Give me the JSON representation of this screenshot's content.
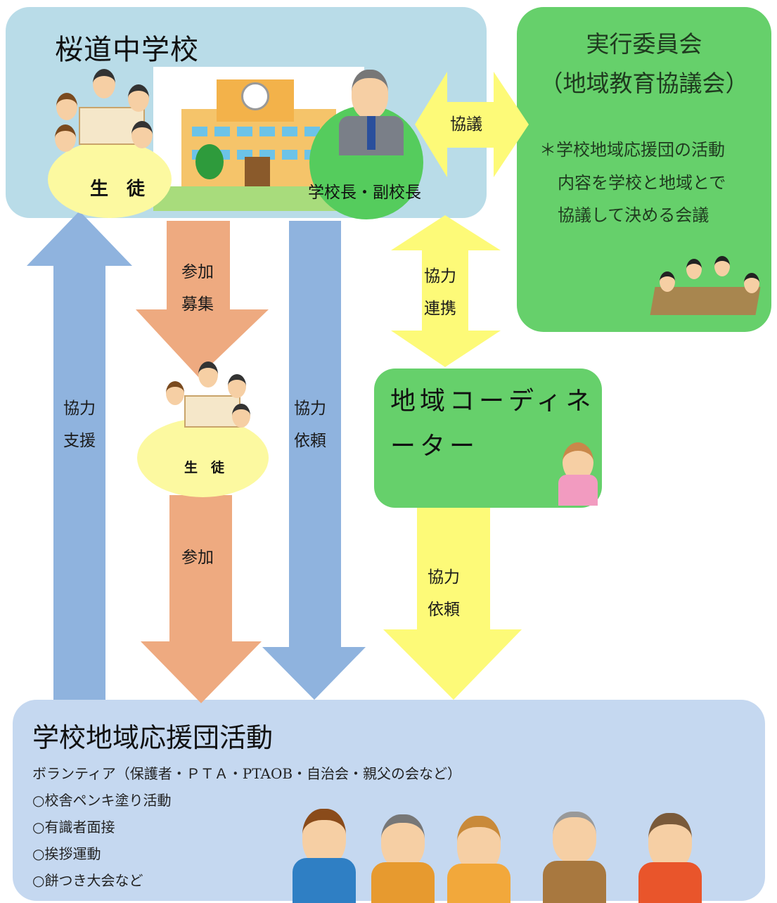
{
  "school": {
    "name": "桜道中学校",
    "students_label": "生　徒",
    "principal_label": "学校長・副校長"
  },
  "committee": {
    "title_line1": "実行委員会",
    "title_line2": "（地域教育協議会）",
    "note_line1": "＊学校地域応援団の活動",
    "note_line2": "内容を学校と地域とで",
    "note_line3": "協議して決める会議"
  },
  "coordinator": {
    "title_line1": "地域コーディネ",
    "title_line2": "ーター"
  },
  "middle_students_label": "生　徒",
  "arrows": {
    "consult": "協議",
    "coop_link_1": "協力",
    "coop_link_2": "連携",
    "join_recruit_1": "参加",
    "join_recruit_2": "募集",
    "join": "参加",
    "support_1": "協力",
    "support_2": "支援",
    "request_left_1": "協力",
    "request_left_2": "依頼",
    "request_right_1": "協力",
    "request_right_2": "依頼"
  },
  "activity": {
    "title": "学校地域応援団活動",
    "volunteers": "ボランティア（保護者・ＰＴＡ・PTAOB・自治会・親父の会など）",
    "items": [
      "○校舎ペンキ塗り活動",
      "○有識者面接",
      "○挨拶運動",
      "○餅つき大会など"
    ]
  },
  "colors": {
    "school_bg": "#b9dce8",
    "green": "#66d06b",
    "activity_bg": "#c5d8f0",
    "arrow_blue": "#8fb3de",
    "arrow_orange": "#eeaa80",
    "arrow_yellow": "#fdfa78"
  }
}
